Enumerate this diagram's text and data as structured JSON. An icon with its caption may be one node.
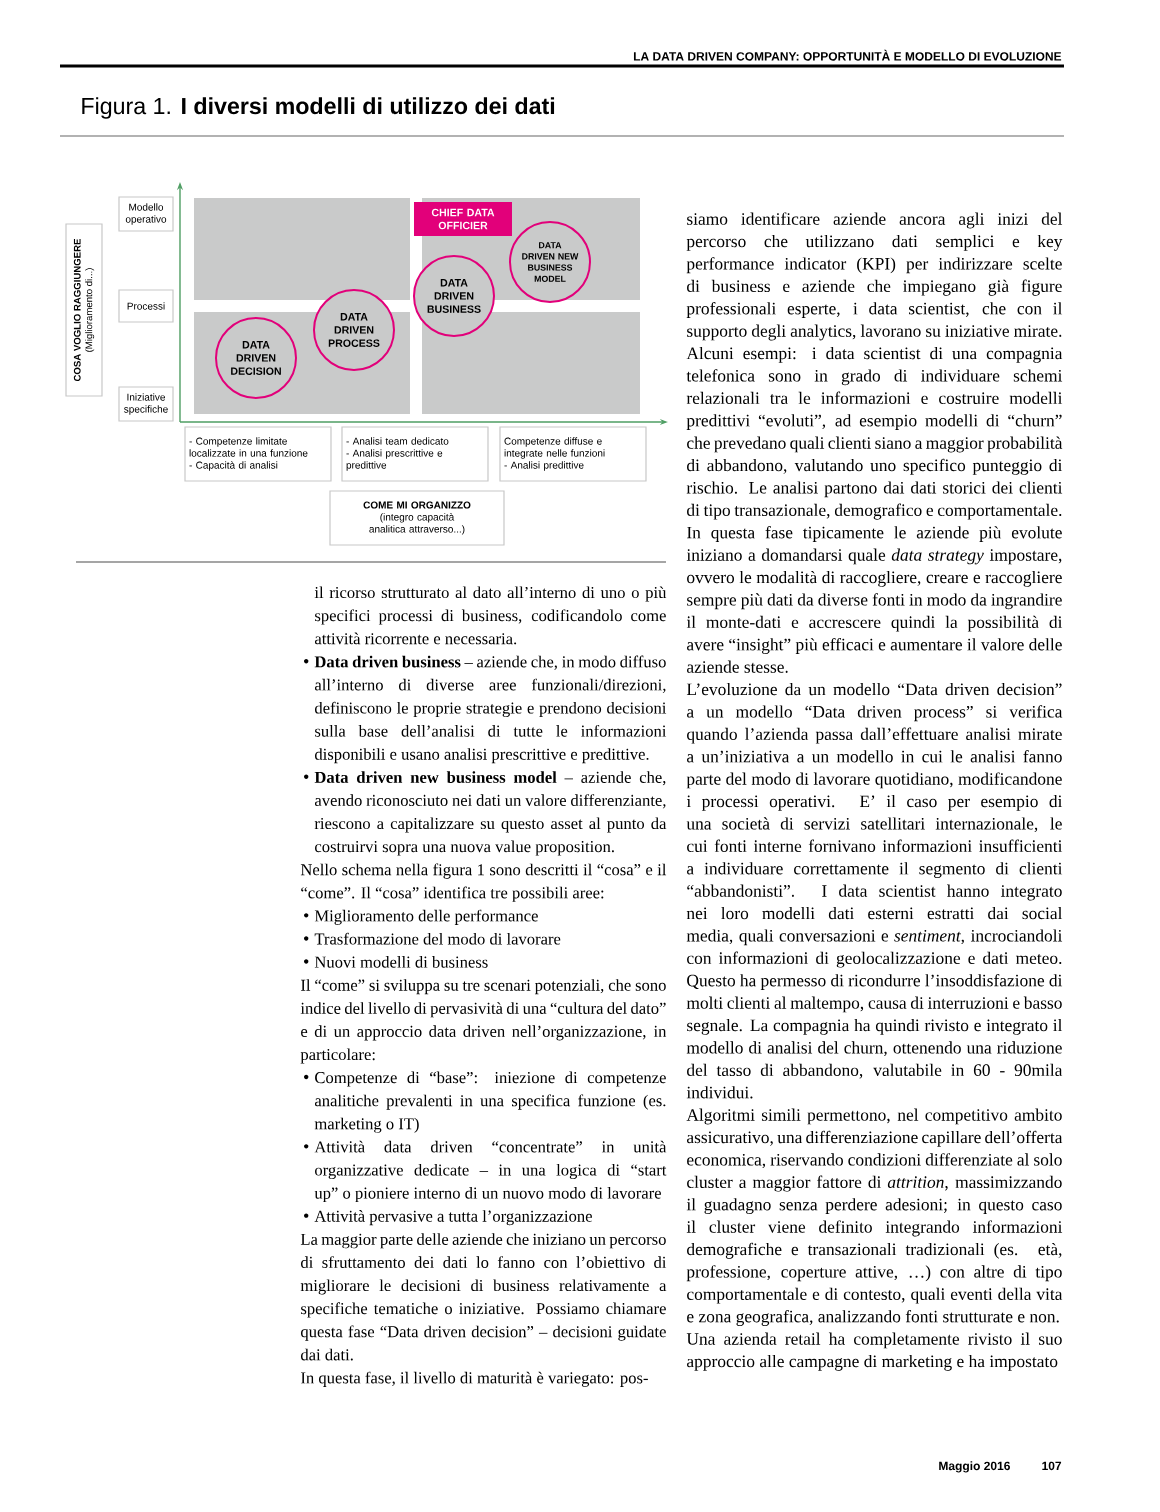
{
  "diagram": {
    "title": "Figura 1. **I diversi modelli di utilizzo dei dati**",
    "nodes": [
      {
        "text": [
          "COSA VOGLIO RAGGIUNGERE",
          "(Miglioramento di...)"
        ]
      },
      {
        "text": [
          "Modello operativo"
        ]
      },
      {
        "text": [
          "Processi"
        ]
      },
      {
        "text": [
          "Iniziative specifiche"
        ]
      },
      {
        "text": [
          "CHIEF DATA OFFICIER"
        ]
      },
      {
        "text": [
          "DATA DRIVEN DECISION"
        ]
      },
      {
        "text": [
          "DATA DRIVEN PROCESS"
        ]
      },
      {
        "text": [
          "DATA DRIVEN BUSINESS"
        ]
      },
      {
        "text": [
          "DATA DRIVEN NEW BUSINESS MODEL"
        ]
      },
      {
        "text": [
          "- Competenze limitate localizzate in una funzione",
          "- Capacità di analisi"
        ]
      },
      {
        "text": [
          "- Analisi team dedicato",
          "- Analisi prescrittive e predittive"
        ]
      },
      {
        "text": [
          "Competenze diffuse e integrate nelle funzioni",
          "- Analisi predittive"
        ]
      },
      {
        "text": [
          "COME MI ORGANIZZO",
          "(integro capacità analitica attraverso...)"
        ]
      }
    ],
    "labels": [
      "LA DATA DRIVEN COMPANY: OPPORTUNITÀ E MODELLO DI EVOLUZIONE",
      "il ricorso strutturato al dato all’interno di uno o più specifici processi di business, codificandolo come attività ricorrente e necessaria.",
      "**Data driven business** – aziende che, in modo diffuso all’interno di diverse aree funzionali/direzioni, definiscono le proprie strategie e prendono decisioni sulla base dell’analisi di tutte le informazioni disponibili e usano analisi prescrittive e predittive.",
      "**Data driven new business model** – aziende che, avendo riconosciuto nei dati un valore differenziante, riescono a capitalizzare su questo asset al punto da costruirvi sopra una nuova value proposition.",
      "Nello schema nella figura 1 sono descritti il “cosa” e il “come”. Il “cosa” identifica tre possibili aree:",
      "Miglioramento delle performance",
      "Trasformazione del modo di lavorare",
      "Nuovi modelli di business",
      "Il “come” si sviluppa su tre scenari potenziali, che sono indice del livello di pervasività di una “cultura del dato” e di un approccio data driven nell’organizzazione, in particolare:",
      "Competenze di “base”: iniezione di competenze analitiche prevalenti in una specifica funzione (es. marketing o IT)",
      "Attività data driven “concentrate” in unità organizzative dedicate – in una logica di “start up” o pioniere interno di un nuovo modo di lavorare",
      "Attività pervasive a tutta l’organizzazione",
      "La maggior parte delle aziende che iniziano un percorso di sfruttamento dei dati lo fanno con l’obiettivo di migliorare le decisioni di business relativamente a specifiche tematiche o iniziative. Possiamo chiamare questa fase “Data driven decision” – decisioni guidate dai dati.",
      "In questa fase, il livello di maturità è variegato: pos-",
      "siamo identificare aziende ancora agli inizi del percorso che utilizzano dati semplici e key performance indicator (KPI) per indirizzare scelte di business e aziende che impiegano già figure professionali esperte, i data scientist, che con il supporto degli analytics, lavorano su iniziative mirate.",
      "Alcuni esempi: i data scientist di una compagnia telefonica sono in grado di individuare schemi relazionali tra le informazioni e costruire modelli predittivi “evoluti”, ad esempio modelli di “churn” che prevedano quali clienti siano a maggior probabilità di abbandono, valutando uno specifico punteggio di rischio. Le analisi partono dai dati storici dei clienti di tipo transazionale, demografico e comportamentale.",
      "In questa fase tipicamente le aziende più evolute iniziano a domandarsi quale *data strategy* impostare, ovvero le modalità di raccogliere, creare e raccogliere sempre più dati da diverse fonti in modo da ingrandire il monte-dati e accrescere quindi la possibilità di avere “insight” più efficaci e aumentare il valore delle aziende stesse.",
      "L’evoluzione da un modello “Data driven decision” a un modello “Data driven process” si verifica quando l’azienda passa dall’effettuare analisi mirate a un’iniziativa a un modello in cui le analisi fanno parte del modo di lavorare quotidiano, modificandone i processi operativi. E’ il caso per esempio di una società di servizi satellitari internazionale, le cui fonti interne fornivano informazioni insufficienti a individuare correttamente il segmento di clienti “abbandonisti”. I data scientist hanno integrato nei loro modelli dati esterni estratti dai social media, quali conversazioni e *sentiment*, incrociandoli con informazioni di geolocalizzazione e dati meteo. Questo ha permesso di ricondurre l’insoddisfazione di molti clienti al maltempo, causa di interruzioni e basso segnale. La compagnia ha quindi rivisto e integrato il modello di analisi del churn, ottenendo una riduzione del tasso di abbandono, valutabile in 60 - 90mila individui.",
      "Algoritmi simili permettono, nel competitivo ambito assicurativo, una differenziazione capillare dell’offerta economica, riservando condizioni differenziate al solo cluster a maggior fattore di *attrition*, massimizzando il guadagno senza perdere adesioni; in questo caso il cluster viene definito integrando informazioni demografiche e transazionali tradizionali (es. età, professione, coperture attive, …) con altre di tipo comportamentale e di contesto, quali eventi della vita e zona geografica, analizzando fonti strutturate e non.",
      "Una azienda retail ha completamente rivisto il suo approccio alle campagne di marketing e ha impostato",
      "Maggio 2016",
      "107"
    ]
  }
}
